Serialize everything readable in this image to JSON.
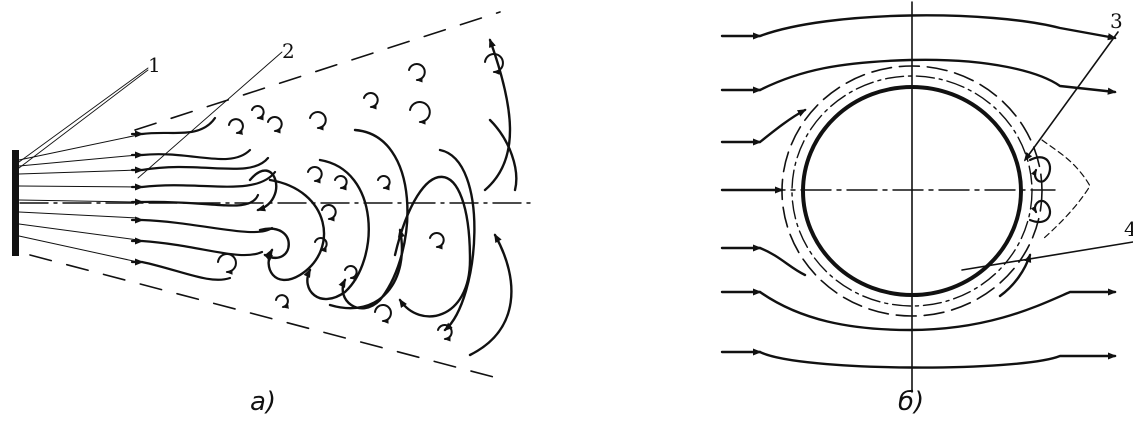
{
  "figure": {
    "panel_a": {
      "caption": "а)",
      "callouts": [
        "1",
        "2"
      ]
    },
    "panel_b": {
      "caption": "б)",
      "callouts": [
        "3",
        "4"
      ]
    }
  },
  "colors": {
    "ink": "#111111",
    "background": "#ffffff"
  }
}
